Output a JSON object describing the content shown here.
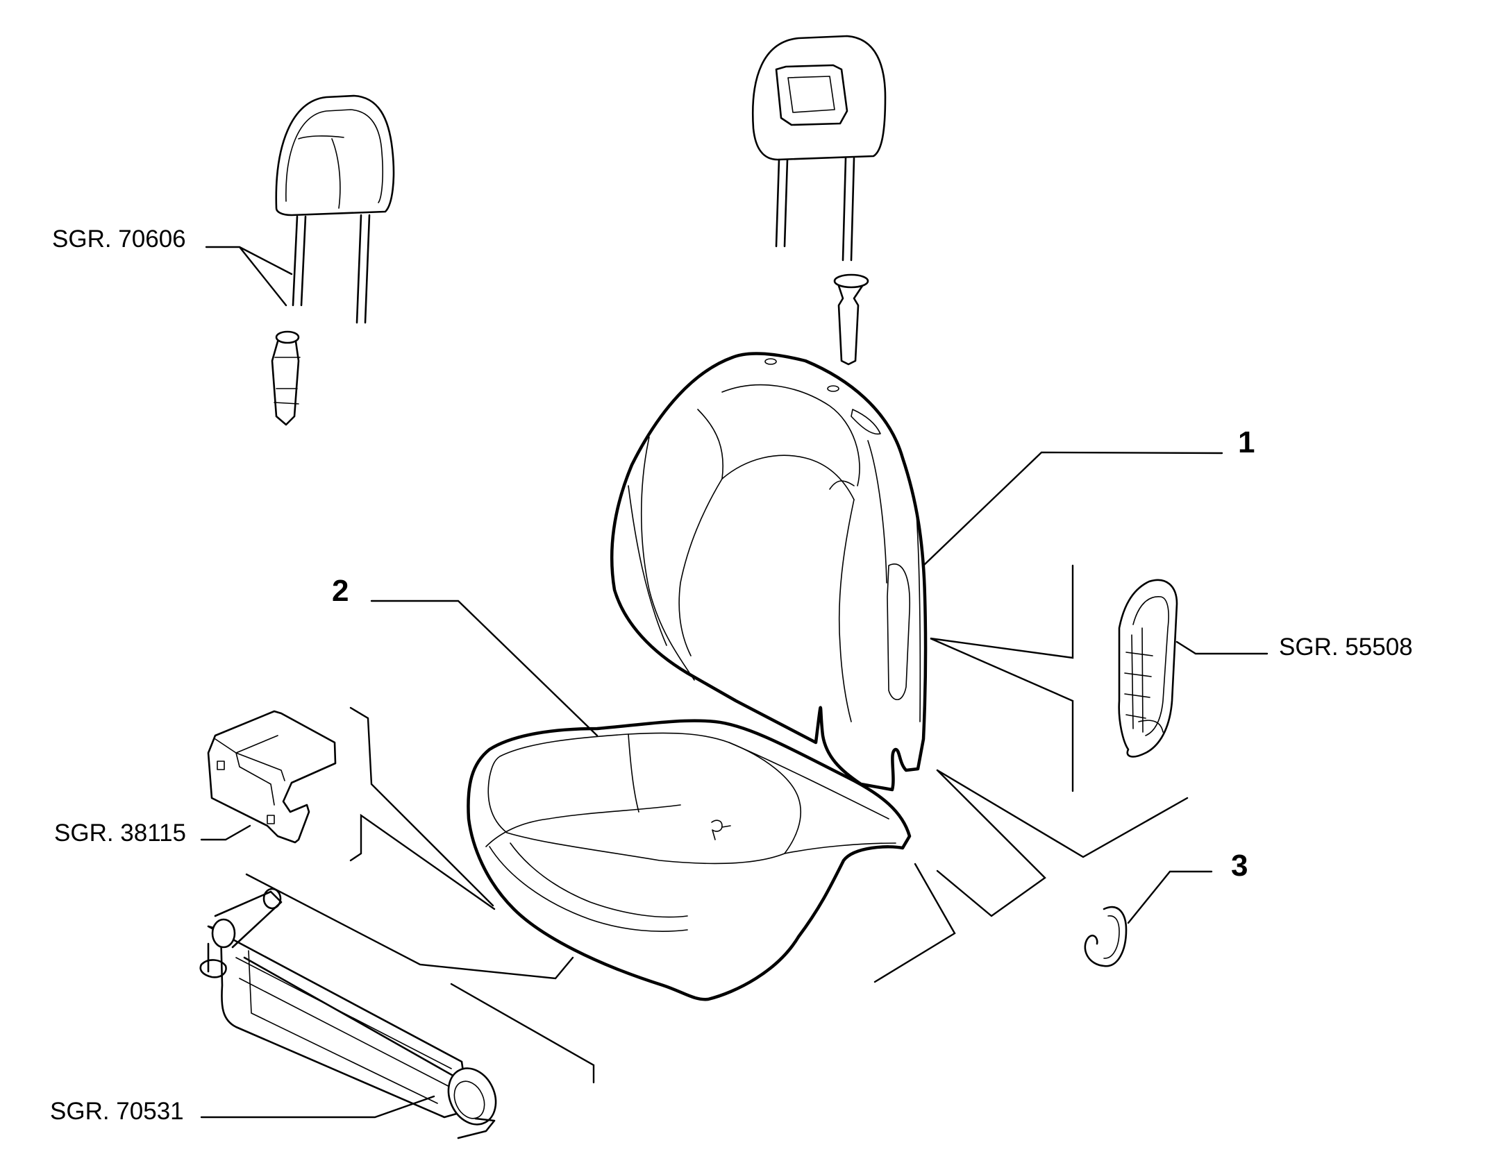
{
  "labels": {
    "item_1": "1",
    "item_2": "2",
    "item_3": "3",
    "sgr_headrest_left": "SGR. 70606",
    "sgr_side_panel": "SGR. 55508",
    "sgr_bracket": "SGR. 38115",
    "sgr_tube": "SGR. 70531"
  }
}
